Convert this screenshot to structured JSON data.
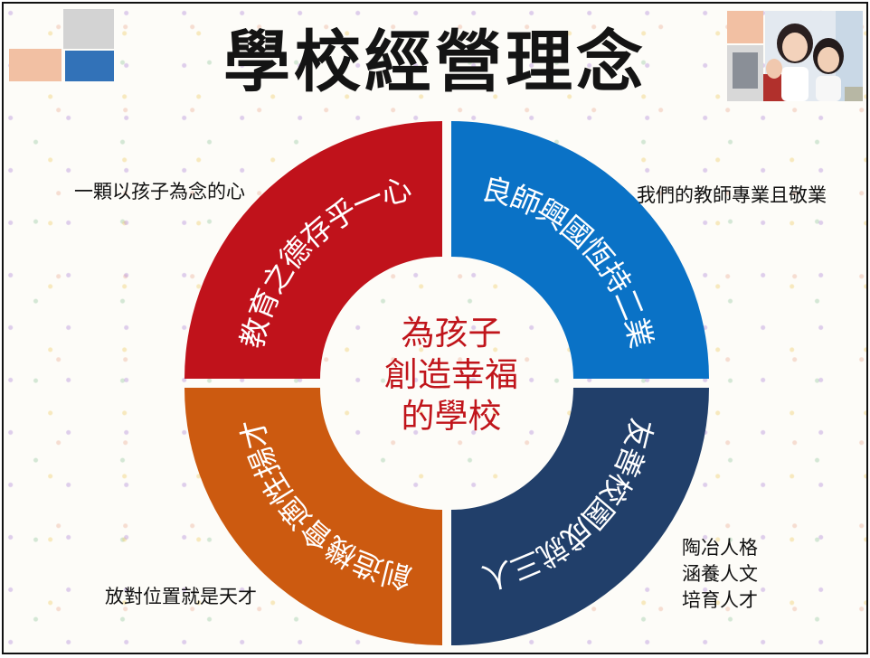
{
  "title": "學校經營理念",
  "center_lines": [
    "為孩子",
    "創造幸福",
    "的學校"
  ],
  "quadrants": [
    {
      "id": "top-left",
      "label": "教育之德存乎一心",
      "color": "#c0121b",
      "note": "一顆以孩子為念的心"
    },
    {
      "id": "top-right",
      "label": "良師興國恆持二業",
      "color": "#0a72c6",
      "note": "我們的教師專業且敬業"
    },
    {
      "id": "bottom-left",
      "label": "創造機會適性揚才",
      "color": "#cc5a10",
      "note": "放對位置就是天才"
    },
    {
      "id": "bottom-right",
      "label": "友善校園成就三人",
      "color": "#213f6a",
      "note_lines": [
        "陶冶人格",
        "涵養人文",
        "培育人才"
      ]
    }
  ],
  "colors": {
    "center_text": "#c0151b",
    "deco_peach": "#f2c0a3",
    "deco_gray": "#d3d3d3",
    "deco_blue": "#3272b8"
  },
  "photo_icon": "children-photo"
}
